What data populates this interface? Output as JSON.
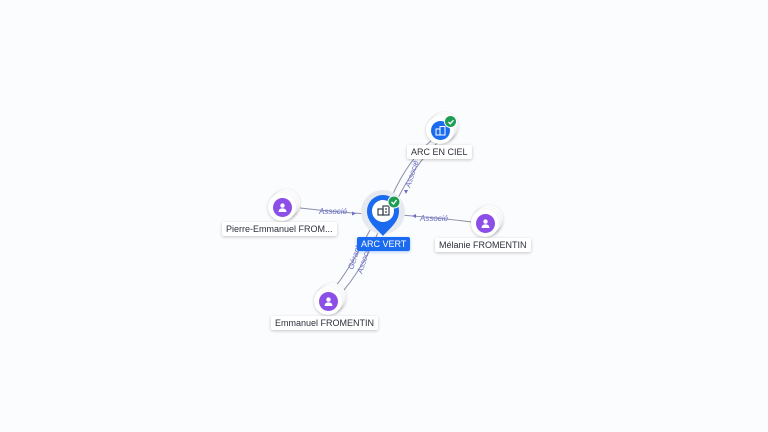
{
  "colors": {
    "company": "#1a6bf0",
    "person": "#8b4ee6",
    "verified": "#1f9d55",
    "edge": "#8c8fa8",
    "edge_label": "#6c6fc9"
  },
  "nodes": {
    "center": {
      "label": "ARC VERT",
      "icon": "building-icon",
      "verified": true
    },
    "arc_en_ciel": {
      "label": "ARC EN CIEL",
      "icon": "building-icon",
      "verified": true
    },
    "pierre": {
      "label": "Pierre-Emmanuel FROM...",
      "icon": "person-icon"
    },
    "melanie": {
      "label": "Mélanie FROMENTIN",
      "icon": "person-icon"
    },
    "emmanuel": {
      "label": "Emmanuel FROMENTIN",
      "icon": "person-icon"
    }
  },
  "edges": {
    "pierre": "Associé",
    "melanie": "Associé",
    "arc_en_ciel": "Associé",
    "emmanuel_1": "Gérant",
    "emmanuel_2": "Associé"
  }
}
